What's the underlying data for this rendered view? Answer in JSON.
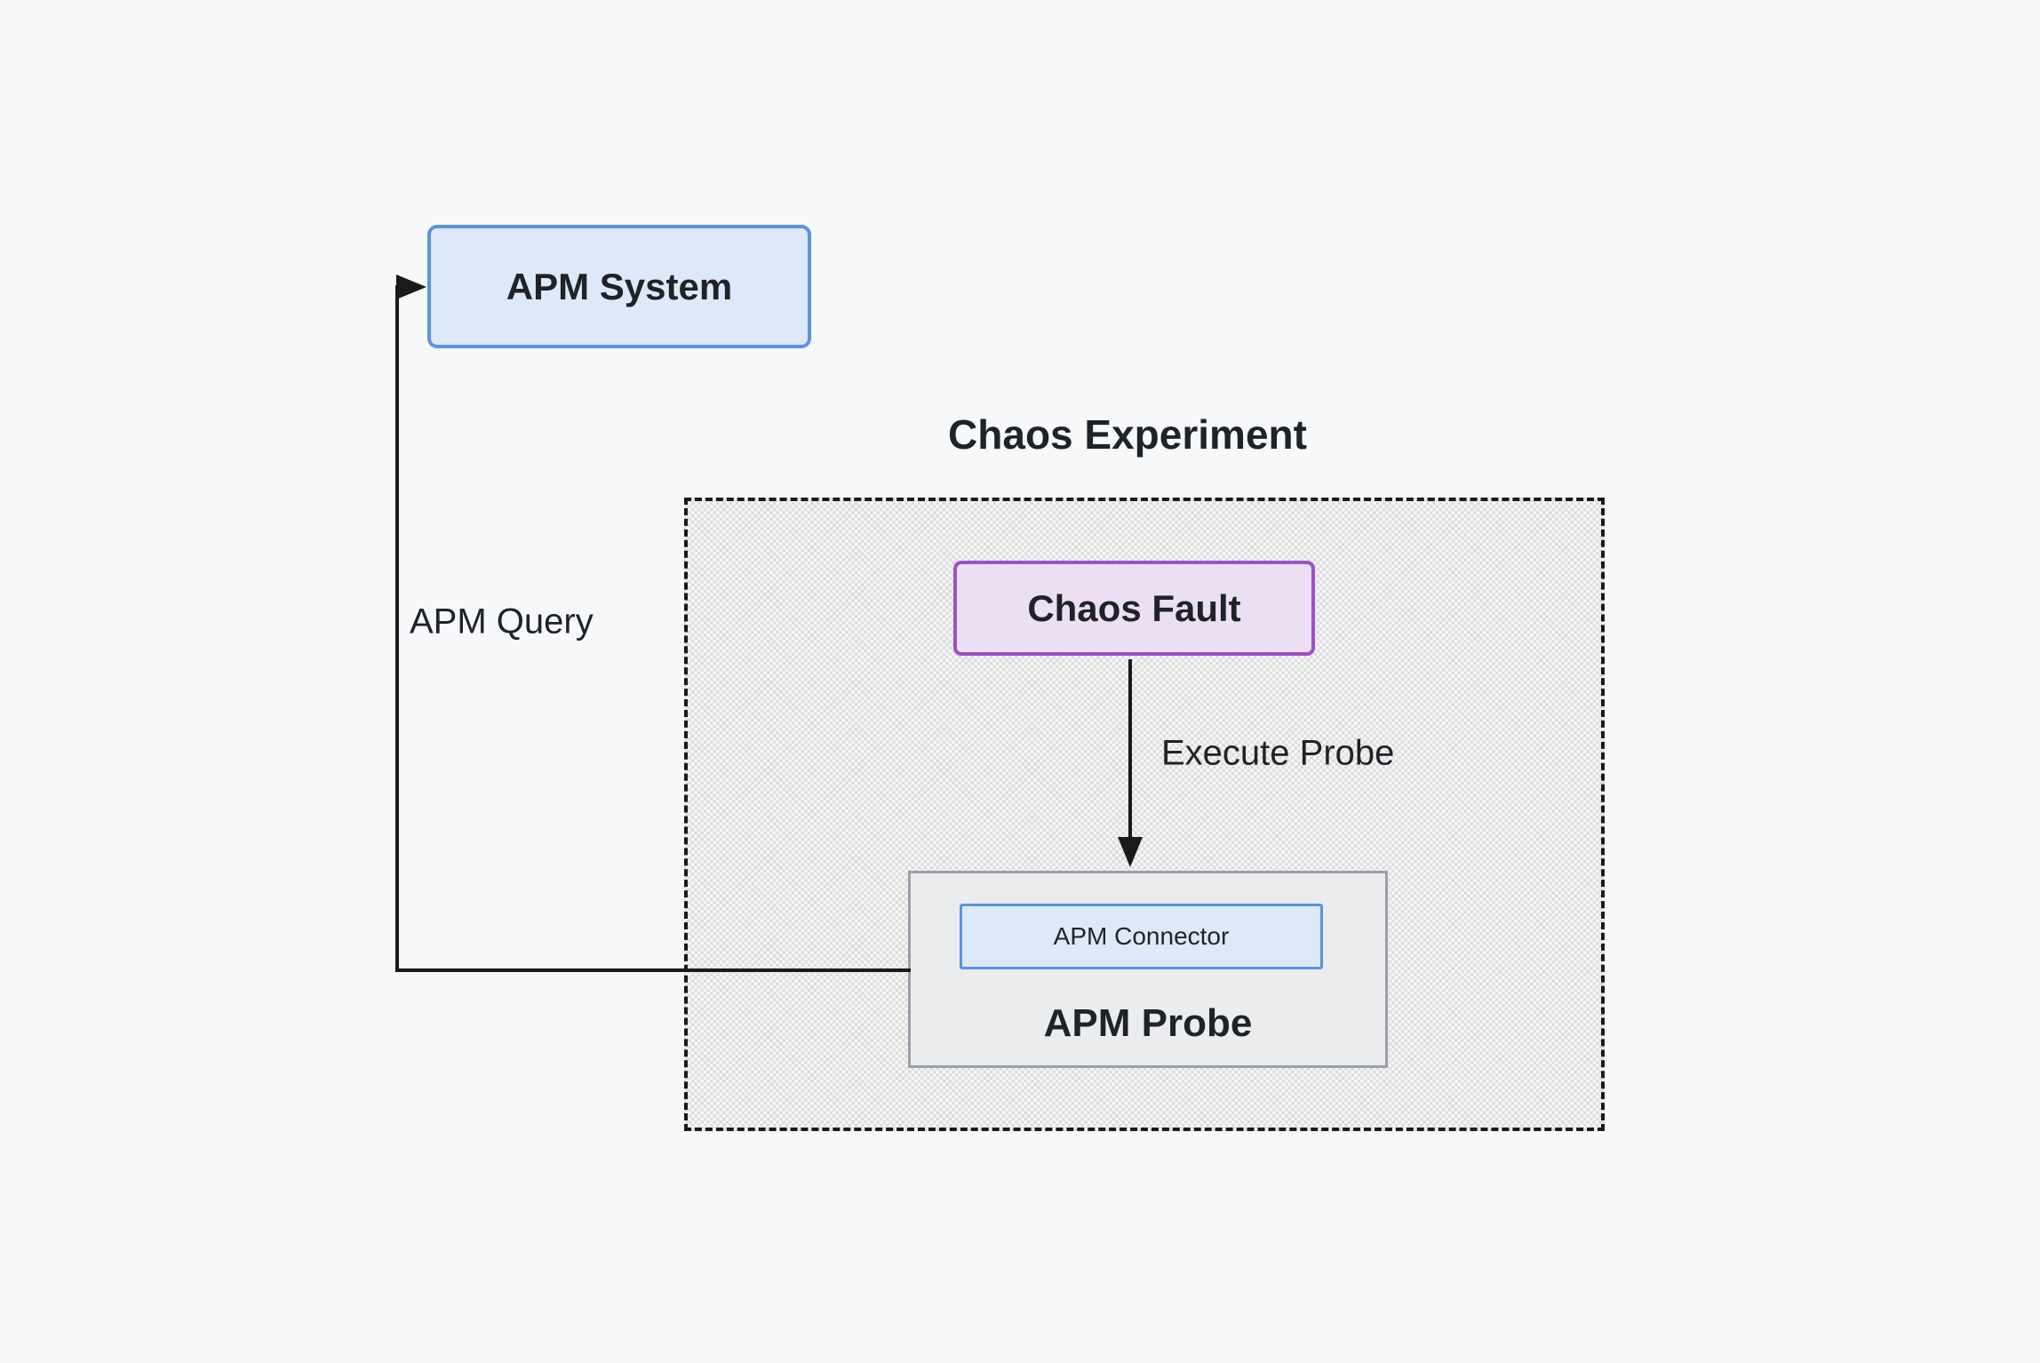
{
  "container": {
    "label": "Chaos Experiment"
  },
  "nodes": {
    "apm_system": {
      "label": "APM System"
    },
    "chaos_fault": {
      "label": "Chaos Fault"
    },
    "apm_connector": {
      "label": "APM Connector"
    },
    "apm_probe": {
      "label": "APM Probe"
    }
  },
  "edges": {
    "execute_probe": {
      "label": "Execute Probe"
    },
    "apm_query": {
      "label": "APM Query"
    }
  },
  "colors": {
    "page_background": "#f7f8fa",
    "blue_node_fill": "#dde9f9",
    "blue_node_border": "#5b92e5",
    "purple_node_fill": "#ecdff3",
    "purple_node_border": "#9c51c6",
    "gray_node_fill": "#ebecee",
    "gray_node_border": "#9aa0a8",
    "dashed_border": "#1a1a1a",
    "connector_line": "#1a1a1a",
    "text": "#1f2328"
  }
}
